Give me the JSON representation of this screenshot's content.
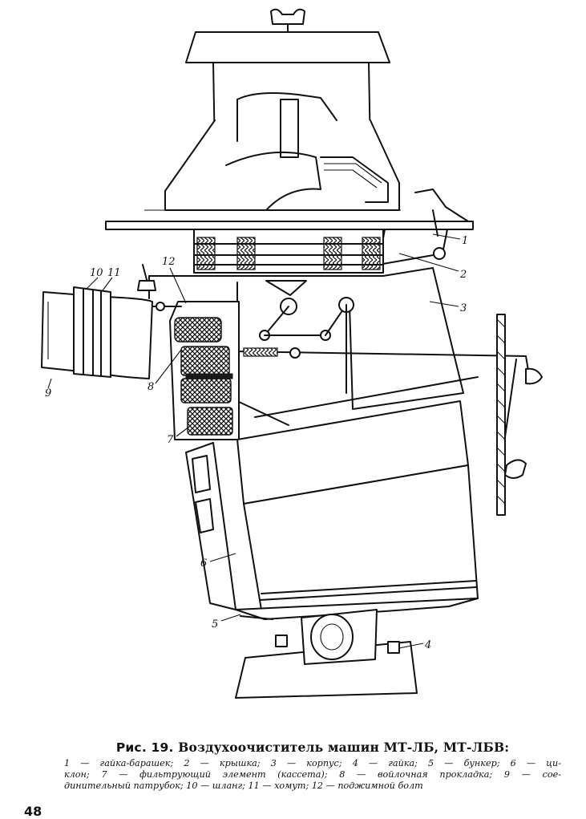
{
  "figure": {
    "callouts": [
      {
        "id": "1",
        "label": "1"
      },
      {
        "id": "2",
        "label": "2"
      },
      {
        "id": "3",
        "label": "3"
      },
      {
        "id": "4",
        "label": "4"
      },
      {
        "id": "5",
        "label": "5"
      },
      {
        "id": "6",
        "label": "6"
      },
      {
        "id": "7",
        "label": "7"
      },
      {
        "id": "8",
        "label": "8"
      },
      {
        "id": "9",
        "label": "9"
      },
      {
        "id": "10",
        "label": "10"
      },
      {
        "id": "11",
        "label": "11"
      },
      {
        "id": "12",
        "label": "12"
      }
    ]
  },
  "caption": {
    "prefix": "Рис.",
    "number": "19.",
    "title": "Воздухоочиститель машин МТ-ЛБ, МТ-ЛБВ:",
    "legend_line1": "1 — гайка-барашек; 2 — крышка; 3 — корпус; 4 — гайка; 5 — бункер; 6 — ци-",
    "legend_line2": "клон; 7 — фильтрующий элемент (кассета); 8 — войлочная прокладка; 9 — сое-",
    "legend_line3": "динительный патрубок; 10 — шланг; 11 — хомут; 12 — поджимной болт"
  },
  "page_number": "48"
}
